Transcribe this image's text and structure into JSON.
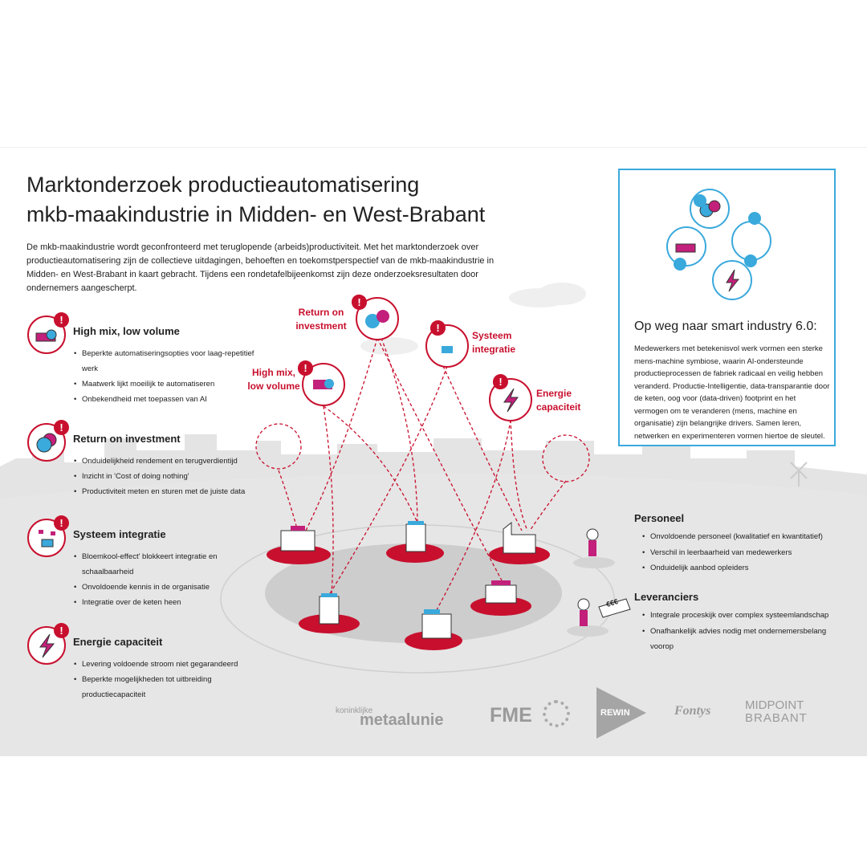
{
  "title_line1": "Marktonderzoek productieautomatisering",
  "title_line2": "mkb-maakindustrie in Midden- en West-Brabant",
  "intro": "De mkb-maakindustrie wordt geconfronteerd met teruglopende (arbeids)productiviteit. Met het marktonderzoek over productieautomatisering zijn de collectieve uitdagingen, behoeften en toekomstperspectief van de mkb-maakindustrie in Midden- en West-Brabant in kaart gebracht. Tijdens een rondetafelbijeenkomst zijn deze onderzoeksresultaten door ondernemers aangescherpt.",
  "alert_mark": "!",
  "sections": [
    {
      "title": "High mix, low volume",
      "icon": "parts-icon",
      "items": [
        "Beperkte automatiseringsopties voor laag-repetitief werk",
        "Maatwerk lijkt moeilijk te automatiseren",
        "Onbekendheid met toepassen van AI"
      ]
    },
    {
      "title": "Return on investment",
      "icon": "coins-icon",
      "items": [
        "Onduidelijkheid rendement en terugverdientijd",
        "Inzicht in 'Cost of doing nothing'",
        "Productiviteit meten en sturen met de juiste data"
      ]
    },
    {
      "title": "Systeem integratie",
      "icon": "network-icon",
      "items": [
        "Bloemkool-effect' blokkeert integratie en schaalbaarheid",
        "Onvoldoende kennis in de organisatie",
        "Integratie over de keten heen"
      ]
    },
    {
      "title": "Energie capaciteit",
      "icon": "lightning-icon",
      "items": [
        "Levering voldoende stroom niet gegarandeerd",
        "Beperkte mogelijkheden tot uitbreiding productiecapaciteit"
      ]
    }
  ],
  "scene_labels": {
    "roi": "Return on investment",
    "hmlv": "High mix, low volume",
    "systeem": "Systeem integratie",
    "energie": "Energie capaciteit"
  },
  "smart": {
    "title": "Op weg naar smart industry 6.0:",
    "text": "Medewerkers met betekenisvol werk vormen een sterke mens-machine symbiose, waarin AI-ondersteunde productieprocessen de fabriek radicaal en veilig hebben veranderd. Productie-Intelligentie, data-transparantie door de keten, oog voor (data-driven) footprint en het vermogen om te veranderen (mens, machine en organisatie) zijn belangrijke drivers. Samen leren, netwerken en experimenteren vormen hiertoe de sleutel."
  },
  "personeel": {
    "title": "Personeel",
    "items": [
      "Onvoldoende personeel (kwalitatief en kwantitatief)",
      "Verschil in leerbaarheid van medewerkers",
      "Onduidelijk aanbod opleiders"
    ]
  },
  "leveranciers": {
    "title": "Leveranciers",
    "items": [
      "Integrale proceskijk over complex systeemlandschap",
      "Onafhankelijk advies nodig met ondernemersbelang voorop"
    ],
    "sign": "€€€"
  },
  "logos": {
    "metaalunie_small": "koninklijke",
    "metaalunie": "metaalunie",
    "fme": "FME",
    "rewin": "REWIN",
    "fontys": "Fontys",
    "midpoint1": "MIDPOINT",
    "midpoint2": "BRABANT"
  },
  "colors": {
    "red": "#c8102e",
    "blue": "#3aa9dc",
    "magenta": "#c2207a",
    "gray": "#e6e6e6"
  }
}
